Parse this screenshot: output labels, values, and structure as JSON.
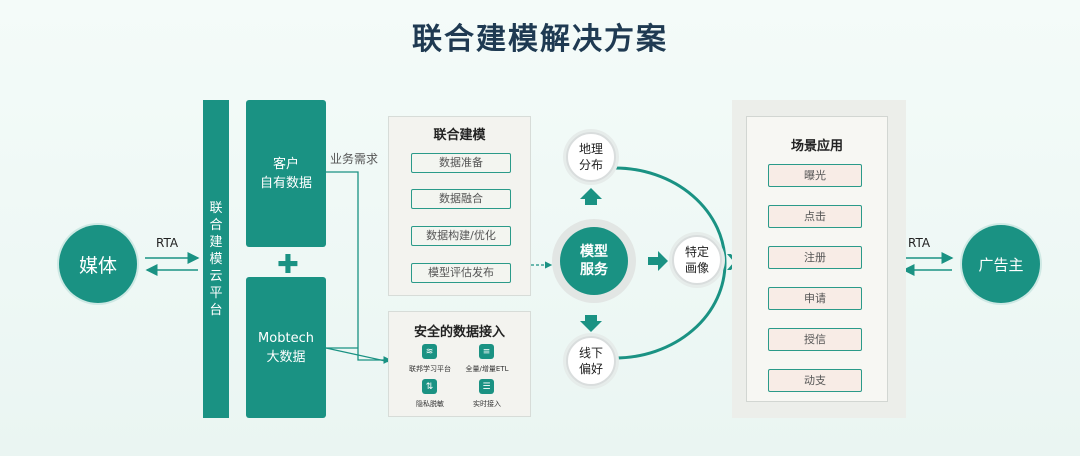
{
  "title": "联合建模解决方案",
  "media": "媒体",
  "advertiser": "广告主",
  "rta_left": "RTA",
  "rta_right": "RTA",
  "platform_chars": [
    "联",
    "合",
    "建",
    "模",
    "云",
    "平",
    "台"
  ],
  "customer_data": [
    "客户",
    "自有数据"
  ],
  "mobtech_data": [
    "Mobtech",
    "大数据"
  ],
  "business_need": "业务需求",
  "modeling": {
    "title": "联合建模",
    "steps": [
      "数据准备",
      "数据融合",
      "数据构建/优化",
      "模型评估发布"
    ]
  },
  "secure_access": {
    "title": "安全的数据接入",
    "items": [
      {
        "label": "联邦学习平台",
        "icon": "stack-icon"
      },
      {
        "label": "全量/增量ETL",
        "icon": "database-icon"
      },
      {
        "label": "隐私脱敏",
        "icon": "shield-icon"
      },
      {
        "label": "实时接入",
        "icon": "list-icon"
      }
    ]
  },
  "model_service": [
    "模型",
    "服务"
  ],
  "geo": [
    "地理",
    "分布"
  ],
  "offline": [
    "线下",
    "偏好"
  ],
  "profile": [
    "特定",
    "画像"
  ],
  "scenarios": {
    "title": "场景应用",
    "steps": [
      "曝光",
      "点击",
      "注册",
      "申请",
      "授信",
      "动支"
    ]
  },
  "colors": {
    "accent": "#1a9283",
    "title": "#1f3a52",
    "scene_step_bg": "#f8ece6"
  }
}
